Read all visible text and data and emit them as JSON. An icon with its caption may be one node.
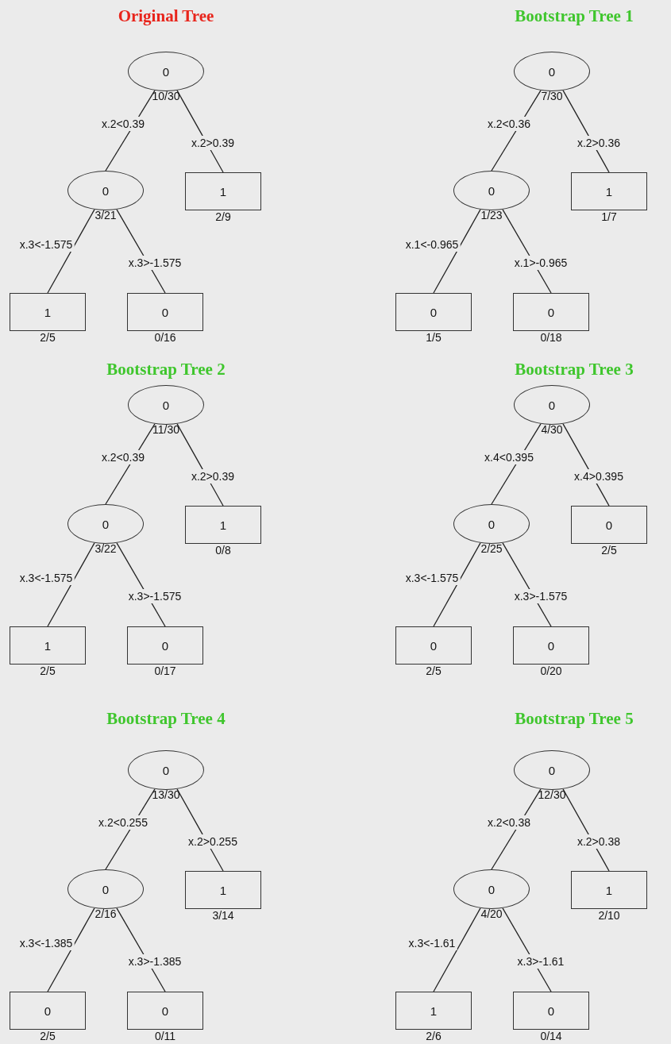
{
  "diagram": {
    "nodes": [
      {
        "text": [
          "0"
        ],
        "beside": [
          "10/30"
        ]
      },
      {
        "text": [
          "0"
        ],
        "beside": [
          "3/21"
        ]
      },
      {
        "text": [
          "1"
        ],
        "beside": [
          "2/9"
        ]
      },
      {
        "text": [
          "1"
        ],
        "beside": [
          "2/5"
        ]
      },
      {
        "text": [
          "0"
        ],
        "beside": [
          "0/16"
        ]
      },
      {
        "text": [
          "0"
        ],
        "beside": [
          "7/30"
        ]
      },
      {
        "text": [
          "0"
        ],
        "beside": [
          "1/23"
        ]
      },
      {
        "text": [
          "1"
        ],
        "beside": [
          "1/7"
        ]
      },
      {
        "text": [
          "0"
        ],
        "beside": [
          "1/5"
        ]
      },
      {
        "text": [
          "0"
        ],
        "beside": [
          "0/18"
        ]
      },
      {
        "text": [
          "0"
        ],
        "beside": [
          "11/30"
        ]
      },
      {
        "text": [
          "0"
        ],
        "beside": [
          "3/22"
        ]
      },
      {
        "text": [
          "1"
        ],
        "beside": [
          "0/8"
        ]
      },
      {
        "text": [
          "1"
        ],
        "beside": [
          "2/5"
        ]
      },
      {
        "text": [
          "0"
        ],
        "beside": [
          "0/17"
        ]
      },
      {
        "text": [
          "0"
        ],
        "beside": [
          "4/30"
        ]
      },
      {
        "text": [
          "0"
        ],
        "beside": [
          "2/25"
        ]
      },
      {
        "text": [
          "0"
        ],
        "beside": [
          "2/5"
        ]
      },
      {
        "text": [
          "0"
        ],
        "beside": [
          "2/5"
        ]
      },
      {
        "text": [
          "0"
        ],
        "beside": [
          "0/20"
        ]
      },
      {
        "text": [
          "0"
        ],
        "beside": [
          "13/30"
        ]
      },
      {
        "text": [
          "0"
        ],
        "beside": [
          "2/16"
        ]
      },
      {
        "text": [
          "1"
        ],
        "beside": [
          "3/14"
        ]
      },
      {
        "text": [
          "0"
        ],
        "beside": [
          "2/5"
        ]
      },
      {
        "text": [
          "0"
        ],
        "beside": [
          "0/11"
        ]
      },
      {
        "text": [
          "0"
        ],
        "beside": [
          "12/30"
        ]
      },
      {
        "text": [
          "0"
        ],
        "beside": [
          "4/20"
        ]
      },
      {
        "text": [
          "1"
        ],
        "beside": [
          "2/10"
        ]
      },
      {
        "text": [
          "1"
        ],
        "beside": [
          "2/6"
        ]
      },
      {
        "text": [
          "0"
        ],
        "beside": [
          "0/14"
        ]
      }
    ],
    "edges": [
      {
        "from": 0,
        "to": 1,
        "arrow": "none",
        "label": "x.2<0.39"
      },
      {
        "from": 0,
        "to": 2,
        "arrow": "none",
        "label": "x.2>0.39"
      },
      {
        "from": 1,
        "to": 3,
        "arrow": "none",
        "label": "x.3<-1.575"
      },
      {
        "from": 1,
        "to": 4,
        "arrow": "none",
        "label": "x.3>-1.575"
      },
      {
        "from": 5,
        "to": 6,
        "arrow": "none",
        "label": "x.2<0.36"
      },
      {
        "from": 5,
        "to": 7,
        "arrow": "none",
        "label": "x.2>0.36"
      },
      {
        "from": 6,
        "to": 8,
        "arrow": "none",
        "label": "x.1<-0.965"
      },
      {
        "from": 6,
        "to": 9,
        "arrow": "none",
        "label": "x.1>-0.965"
      },
      {
        "from": 10,
        "to": 11,
        "arrow": "none",
        "label": "x.2<0.39"
      },
      {
        "from": 10,
        "to": 12,
        "arrow": "none",
        "label": "x.2>0.39"
      },
      {
        "from": 11,
        "to": 13,
        "arrow": "none",
        "label": "x.3<-1.575"
      },
      {
        "from": 11,
        "to": 14,
        "arrow": "none",
        "label": "x.3>-1.575"
      },
      {
        "from": 15,
        "to": 16,
        "arrow": "none",
        "label": "x.4<0.395"
      },
      {
        "from": 15,
        "to": 17,
        "arrow": "none",
        "label": "x.4>0.395"
      },
      {
        "from": 16,
        "to": 18,
        "arrow": "none",
        "label": "x.3<-1.575"
      },
      {
        "from": 16,
        "to": 19,
        "arrow": "none",
        "label": "x.3>-1.575"
      },
      {
        "from": 20,
        "to": 21,
        "arrow": "none",
        "label": "x.2<0.255"
      },
      {
        "from": 20,
        "to": 22,
        "arrow": "none",
        "label": "x.2>0.255"
      },
      {
        "from": 21,
        "to": 23,
        "arrow": "none",
        "label": "x.3<-1.385"
      },
      {
        "from": 21,
        "to": 24,
        "arrow": "none",
        "label": "x.3>-1.385"
      },
      {
        "from": 25,
        "to": 26,
        "arrow": "none",
        "label": "x.2<0.38"
      },
      {
        "from": 25,
        "to": 27,
        "arrow": "none",
        "label": "x.2>0.38"
      },
      {
        "from": 26,
        "to": 28,
        "arrow": "none",
        "label": "x.3<-1.61"
      },
      {
        "from": 26,
        "to": 29,
        "arrow": "none",
        "label": "x.3>-1.61"
      }
    ],
    "labels": [
      "Original Tree",
      "Bootstrap Tree 1",
      "Bootstrap Tree 2",
      "Bootstrap Tree 3",
      "Bootstrap Tree 4",
      "Bootstrap Tree 5"
    ]
  }
}
